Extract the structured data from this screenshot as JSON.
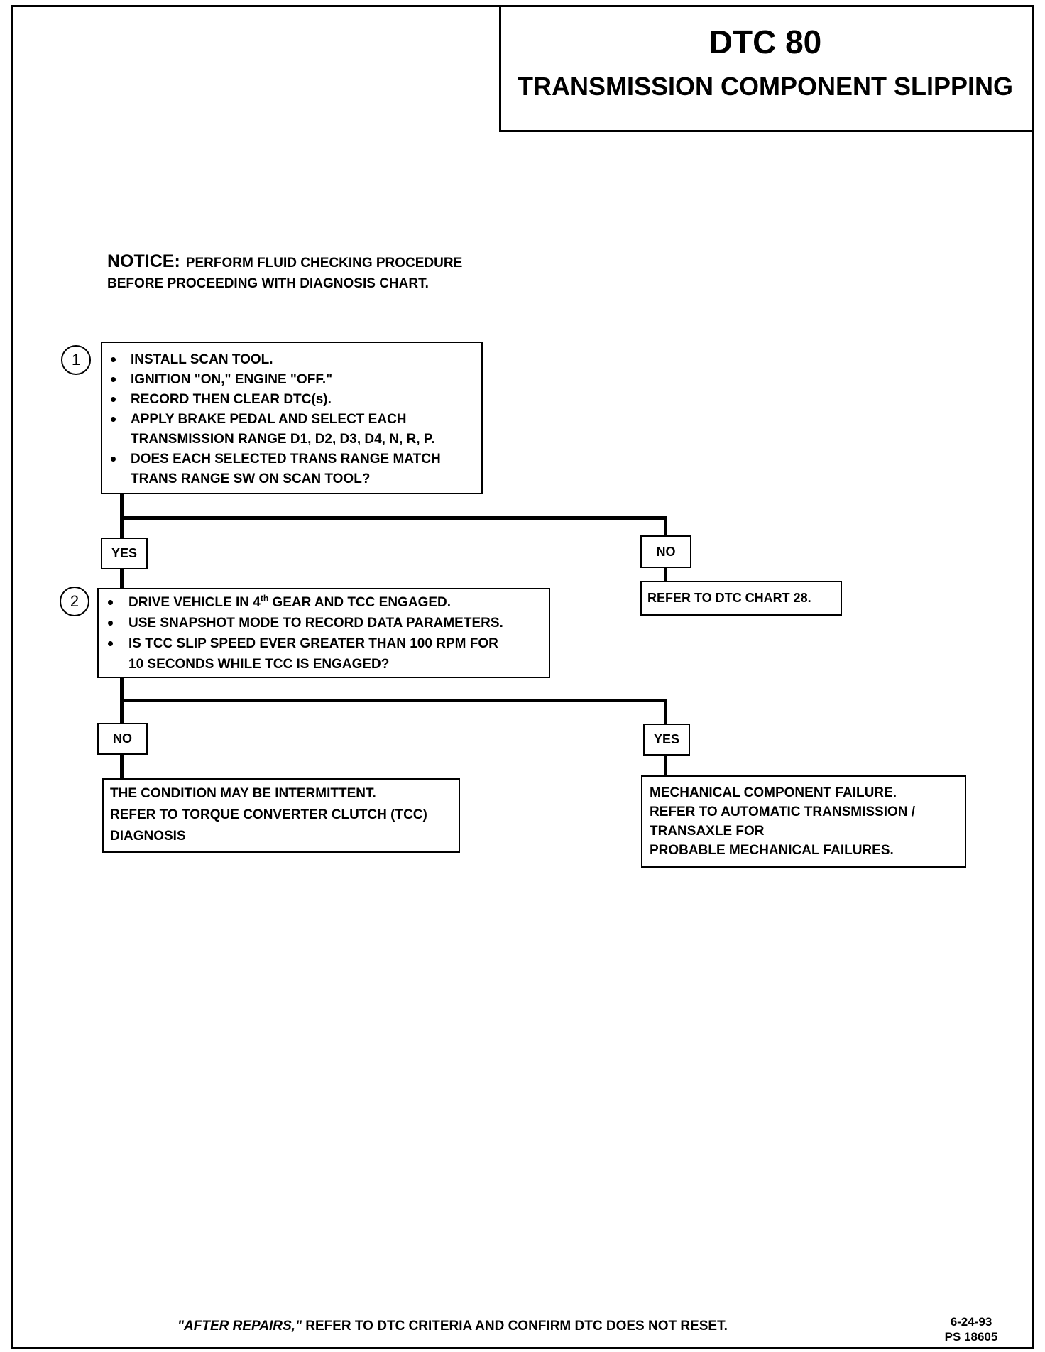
{
  "header": {
    "code": "DTC 80",
    "title": "TRANSMISSION COMPONENT SLIPPING"
  },
  "notice": {
    "label": "NOTICE:",
    "text_line1": "PERFORM FLUID CHECKING PROCEDURE",
    "text_line2": "BEFORE PROCEEDING WITH DIAGNOSIS CHART."
  },
  "step1": {
    "number": "1",
    "bullets": [
      {
        "lines": [
          "INSTALL SCAN TOOL."
        ]
      },
      {
        "lines": [
          "IGNITION \"ON,\" ENGINE \"OFF.\""
        ]
      },
      {
        "lines": [
          "RECORD THEN CLEAR DTC(s)."
        ]
      },
      {
        "lines": [
          "APPLY BRAKE PEDAL AND SELECT EACH",
          "TRANSMISSION RANGE D1, D2, D3, D4, N, R, P."
        ]
      },
      {
        "lines": [
          "DOES EACH SELECTED TRANS RANGE MATCH",
          "TRANS RANGE SW ON SCAN TOOL?"
        ]
      }
    ],
    "yes_label": "YES",
    "no_label": "NO",
    "no_result": "REFER TO DTC CHART 28."
  },
  "step2": {
    "number": "2",
    "bullets": [
      {
        "text_before": "DRIVE VEHICLE IN 4",
        "superscript": "th",
        "text_after": " GEAR AND TCC ENGAGED."
      },
      {
        "lines": [
          "USE SNAPSHOT MODE TO RECORD DATA PARAMETERS."
        ]
      },
      {
        "lines": [
          "IS TCC SLIP SPEED EVER GREATER THAN 100 RPM FOR",
          "10 SECONDS WHILE TCC IS ENGAGED?"
        ]
      }
    ],
    "no_label": "NO",
    "yes_label": "YES",
    "no_result": [
      "THE CONDITION MAY BE INTERMITTENT.",
      "REFER TO TORQUE CONVERTER CLUTCH (TCC)",
      "DIAGNOSIS"
    ],
    "yes_result": [
      "MECHANICAL COMPONENT FAILURE.",
      "REFER TO AUTOMATIC TRANSMISSION /",
      "TRANSAXLE FOR",
      "PROBABLE MECHANICAL FAILURES."
    ]
  },
  "footer": {
    "after_repairs": "\"AFTER REPAIRS,\"",
    "instruction": " REFER TO DTC CRITERIA AND CONFIRM DTC DOES NOT RESET.",
    "date": "6-24-93",
    "ps_number": "PS 18605"
  }
}
